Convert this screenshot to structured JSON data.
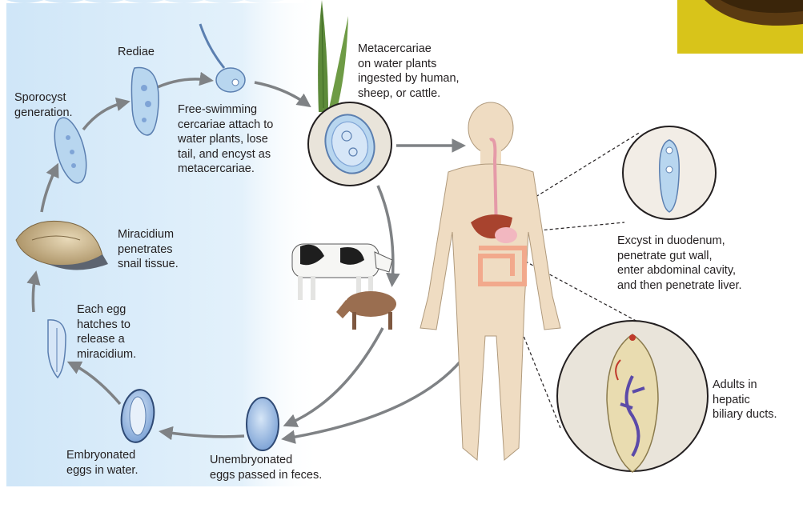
{
  "labels": {
    "rediae": "Rediae",
    "sporocyst": "Sporocyst\ngeneration.",
    "cercariae": "Free-swimming\ncercariae attach to\nwater plants, lose\ntail, and encyst as\nmetacercariae.",
    "metacercariae": "Metacercariae\non water plants\ningested by human,\nsheep, or cattle.",
    "miracidium": "Miracidium\npenetrates\nsnail tissue.",
    "egg_hatch": "Each egg\nhatches to\nrelease a\nmiracidium.",
    "excyst": "Excyst in duodenum,\npenetrate gut wall,\nenter abdominal cavity,\nand then penetrate liver.",
    "adults": "Adults in\nhepatic\nbiliary ducts.",
    "embryonated": "Embryonated\neggs in water.",
    "unembryonated": "Unembryonated\neggs passed in feces."
  },
  "colors": {
    "water_bg": "#d9ecfa",
    "arrow": "#7f8285",
    "skin": "#efdcc2",
    "liver": "#a8432e",
    "intestine": "#f2a98c",
    "organism_blue": "#b8d6ef",
    "snail_shell": "#c9b48c",
    "plant_green": "#5d8a3a"
  }
}
